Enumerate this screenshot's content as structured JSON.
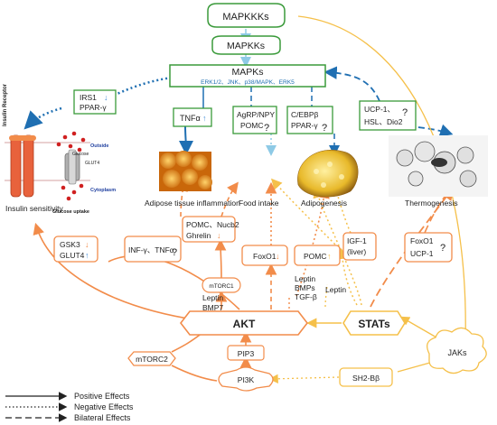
{
  "nodes": {
    "mapkkks": "MAPKKKs",
    "mapkks": "MAPKKs",
    "mapks": "MAPKs",
    "mapks_sub": "ERK1/2、JNK、p38/MAPK、ERK5",
    "irs1": "IRS1",
    "ppar_g1": "PPAR-γ",
    "tnfa": "TNFα",
    "agrp": "AgRP/NPY",
    "pomc1": "POMC",
    "cebp": "C/EBPβ",
    "ppar_g2": "PPAR-γ",
    "ucp1_1": "UCP-1、",
    "hsl": "HSL、Dio2",
    "insulin_receptor": "Insulin Receptor",
    "outside": "Outside",
    "glucose": "Glucose",
    "glut4_img": "GLUT4",
    "cytoplasm": "Cytoplasm",
    "glucose_uptake": "Glucose uptake",
    "insulin_sensitivity": "Insulin sensitivity",
    "adipose_inflammation": "Adipose tissue inflammation",
    "food_intake": "Food intake",
    "adipogenesis": "Adipogenesis",
    "thermogenesis": "Thermogenesis",
    "gsk3": "GSK3",
    "glut4": "GLUT4",
    "inf": "INF-γ、TNFα",
    "pomc2": "POMC、Nucb2",
    "ghrelin": "Ghrelin",
    "foxo1a": "FoxO1",
    "pomc3": "POMC",
    "igf1": "IGF-1",
    "liver": "(liver)",
    "foxo1b": "FoxO1",
    "ucp1_2": "UCP-1",
    "mtorc1": "mTORC1",
    "leptin1": "Leptin",
    "bmp7": "BMP7",
    "leptin2": "Leptin",
    "bmps": "BMPs",
    "tgfb": "TGF-β",
    "leptin3": "Leptin",
    "akt": "AKT",
    "stats": "STATs",
    "pip3": "PIP3",
    "mtorc2": "mTORC2",
    "pi3k": "PI3K",
    "sh2b": "SH2-Bβ",
    "jaks": "JAKs",
    "q": "?"
  },
  "legend": {
    "positive": "Positive Effects",
    "negative": "Negative Effects",
    "bilateral": "Bilateral Effects"
  },
  "colors": {
    "green": "#3a9a3a",
    "blue": "#1f6fb2",
    "orange": "#f28c4a",
    "yellow": "#f5c04a",
    "arrow_up": "#4a90d9",
    "arrow_down": "#f28c4a"
  }
}
